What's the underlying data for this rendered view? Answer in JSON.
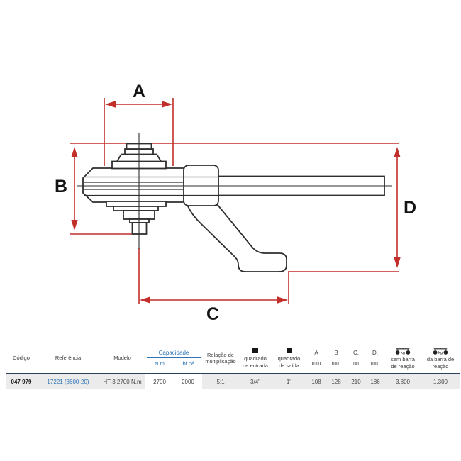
{
  "diagram": {
    "dim_labels": {
      "a": "A",
      "b": "B",
      "c": "C",
      "d": "D"
    }
  },
  "table": {
    "headers": {
      "codigo": "Código",
      "referencia": "Referência",
      "modelo": "Modelo",
      "capacidade": "Capacidade",
      "cap_nm": "N.m",
      "cap_lbf": "lbf.pé",
      "relacao_l1": "Relação de",
      "relacao_l2": "multiplicação",
      "entrada_l1": "quadrado",
      "entrada_l2": "de entrada",
      "saida_l1": "quadrado",
      "saida_l2": "de saída",
      "dim_a": "A",
      "dim_b": "B",
      "dim_c": "C.",
      "dim_d": "D.",
      "mm": "mm",
      "sem_l1": "sem barra",
      "sem_l2": "de reação",
      "da_l1": "da barra de",
      "da_l2": "reação",
      "kg_label": "kg"
    },
    "row": {
      "codigo": "047 979",
      "referencia": "17221 (8600-20)",
      "modelo": "HT-3 2700 N.m",
      "cap_nm": "2700",
      "cap_lbf": "2000",
      "relacao": "5:1",
      "entrada": "3/4\"",
      "saida": "1\"",
      "a": "108",
      "b": "128",
      "c": "210",
      "d": "186",
      "sem": "3,800",
      "da": "1,300"
    },
    "colors": {
      "accent_blue": "#2e74b5",
      "row_bg": "#ebebeb",
      "separator": "#2c3f5c",
      "dimension_red": "#c22f2a"
    }
  }
}
